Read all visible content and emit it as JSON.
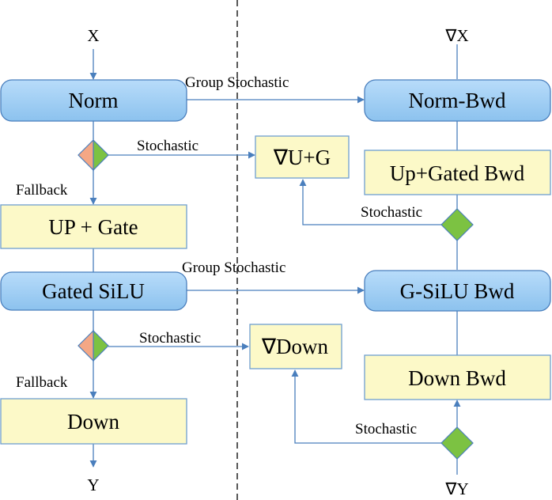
{
  "forward": {
    "input": "X",
    "output": "Y",
    "norm": "Norm",
    "up_gate": "UP + Gate",
    "gated_silu": "Gated SiLU",
    "down": "Down",
    "stochastic_1": "Stochastic",
    "stochastic_2": "Stochastic",
    "fallback_1": "Fallback",
    "fallback_2": "Fallback"
  },
  "backward": {
    "grad_x": "∇X",
    "grad_y": "∇Y",
    "norm_bwd": "Norm-Bwd",
    "up_gated_bwd": "Up+Gated Bwd",
    "gsilu_bwd": "G-SiLU Bwd",
    "down_bwd": "Down Bwd",
    "grad_ug": "∇U+G",
    "grad_down": "∇Down",
    "stochastic_1": "Stochastic",
    "stochastic_2": "Stochastic"
  },
  "links": {
    "group_stochastic_1": "Group Stochastic",
    "group_stochastic_2": "Group Stochastic"
  },
  "colors": {
    "rounded_box": "#a8d2f5",
    "rounded_border": "#4a7fbd",
    "square_box": "#fcf9c8",
    "square_border": "#6e9fd0",
    "arrow": "#4a7fbd",
    "decision_green": "#7cc242",
    "decision_orange": "#f4a785"
  }
}
